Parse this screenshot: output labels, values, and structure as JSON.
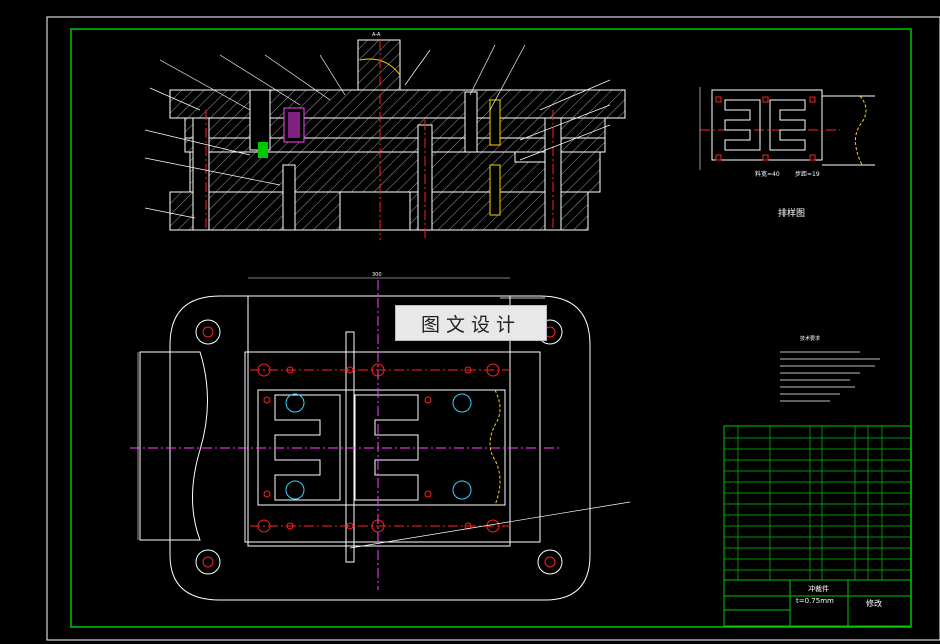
{
  "drawing_title": "图文设计",
  "scale_note": "料宽=40",
  "scale_note2": "步距=19",
  "strip_layout_label": "排样图",
  "part_material_label": "t=0.75mm",
  "part_name_label": "冲裁件",
  "revision_label": "修改",
  "top_dim": "300",
  "tech_req_title": "技术要求",
  "section_label": "A-A",
  "colors": {
    "frame": "#00c800",
    "line": "#ffffff",
    "center": "#ff2020",
    "hidden": "#ff40ff",
    "accent": "#ffd000",
    "blue": "#3060ff"
  }
}
